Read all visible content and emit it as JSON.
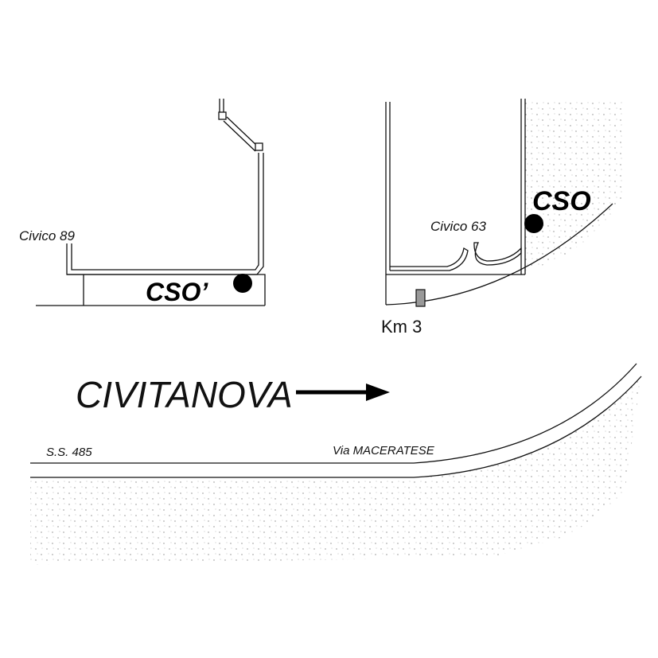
{
  "labels": {
    "civico_89": "Civico 89",
    "cso_prime": "CSO’",
    "civico_63": "Civico 63",
    "cso": "CSO",
    "km": "Km 3",
    "direction": "CIVITANOVA",
    "road_ss": "S.S. 485",
    "road_via": "Via MACERATESE"
  }
}
